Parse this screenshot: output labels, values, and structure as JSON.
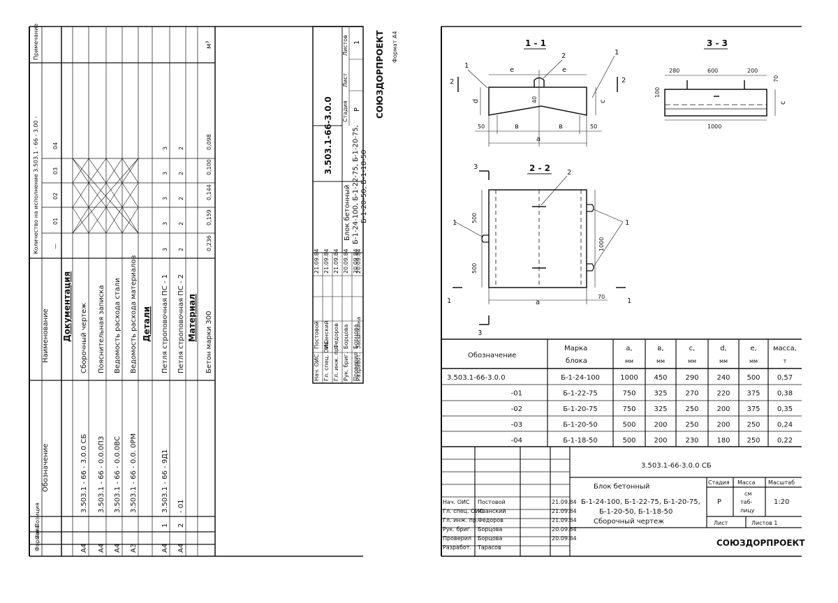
{
  "left_sheet": {
    "headers": {
      "format": "Формат",
      "zone": "Зона",
      "position": "Позиция",
      "designation": "Обозначение",
      "name": "Наименование",
      "quantity": "Количество на исполнение  3.503.1 - 66 - 3.00 -",
      "note": "Примечание",
      "variants": [
        "—",
        "01",
        "02",
        "03",
        "04"
      ]
    },
    "rows": [
      {
        "format": "",
        "pos": "",
        "designation": "",
        "name": "Документация",
        "q": [
          "",
          "",
          "",
          "",
          ""
        ],
        "note": ""
      },
      {
        "format": "А4",
        "pos": "",
        "designation": "3.503.1 - 66 - 3.0.0 СБ",
        "name": "Сборочный  чертеж",
        "q": [
          "",
          "",
          "",
          "",
          ""
        ],
        "note": ""
      },
      {
        "format": "А4",
        "pos": "",
        "designation": "3.503.1 - 66 - 0.0.0ПЗ",
        "name": "Пояснительная  записка",
        "q": [
          "",
          "",
          "",
          "",
          ""
        ],
        "note": ""
      },
      {
        "format": "А4",
        "pos": "",
        "designation": "3.503.1 - 66 - 0.0.0ВС",
        "name": "Ведомость расхода стали",
        "q": [
          "",
          "",
          "",
          "",
          ""
        ],
        "note": ""
      },
      {
        "format": "А3",
        "pos": "",
        "designation": "3.503.1 - 66 - 0.0. 0РМ",
        "name": "Ведомость расхода материалов",
        "q": [
          "",
          "",
          "",
          "",
          ""
        ],
        "note": ""
      },
      {
        "format": "",
        "pos": "",
        "designation": "",
        "name": "Детали",
        "q": [
          "",
          "",
          "",
          "",
          ""
        ],
        "note": ""
      },
      {
        "format": "А4",
        "pos": "1",
        "designation": "3.503.1 - 66 - 9Д1",
        "name": "Петля  строповочная  ПС - 1",
        "q": [
          "3",
          "3",
          "3",
          "3",
          "3"
        ],
        "note": ""
      },
      {
        "format": "А4",
        "pos": "2",
        "designation": "- 01",
        "name": "Петля  строповочная  ПС - 2",
        "q": [
          "2",
          "2",
          "2",
          "2",
          "2"
        ],
        "note": ""
      },
      {
        "format": "",
        "pos": "",
        "designation": "",
        "name": "Материал",
        "q": [
          "",
          "",
          "",
          "",
          ""
        ],
        "note": ""
      },
      {
        "format": "",
        "pos": "",
        "designation": "",
        "name": "Бетон  марки  300",
        "q": [
          "0,236",
          "0,159",
          "0,144",
          "0,100",
          "0,098"
        ],
        "note": "м³"
      }
    ],
    "stamp": {
      "code": "3.503.1-66-3.0.0",
      "title": "Блок  бетонный",
      "subtitle1": "Б-1-24-100, Б-1-22-75, Б-1-20-75,",
      "subtitle2": "Б-1-20-50; Б-1-18-50",
      "stage_label": "Стадия",
      "sheet_label": "Лист",
      "sheets_label": "Листов",
      "stage": "Р",
      "sheets": "1",
      "org": "СОЮЗДОРПРОЕКТ",
      "format": "Формат А4",
      "people": [
        {
          "role": "Нач. ОИС",
          "name": "Постовой",
          "date": "21.09.84"
        },
        {
          "role": "Гл. спец. ОИС",
          "name": "Иванский",
          "date": "21.09.84"
        },
        {
          "role": "Гл. инж. пр.",
          "name": "Федоров",
          "date": "21.09.84"
        },
        {
          "role": "Рук. бриг.",
          "name": "Борцова",
          "date": "20.09.84"
        },
        {
          "role": "Проверил",
          "name": "Борцова",
          "date": "20.09.84"
        },
        {
          "role": "Разработ.",
          "name": "Засыпкина",
          "date": "20.09.84"
        }
      ]
    }
  },
  "right_sheet": {
    "sections": {
      "s11": "1 - 1",
      "s22": "2 - 2",
      "s33": "3 - 3"
    },
    "dims": {
      "e": "е",
      "b": "в",
      "a": "а",
      "c": "с",
      "d": "d",
      "d40": "40",
      "d50": "50",
      "d280": "280",
      "d600": "600",
      "d200": "200",
      "d70": "70",
      "d100": "100",
      "d1000": "1000",
      "d500": "500"
    },
    "marks": {
      "m1": "1",
      "m2": "2",
      "m3": "3"
    },
    "table": {
      "headers": {
        "designation": "Обозначение",
        "mark": [
          "Марка",
          "блока"
        ],
        "cols": [
          {
            "sym": "а,",
            "unit": "мм"
          },
          {
            "sym": "в,",
            "unit": "мм"
          },
          {
            "sym": "с,",
            "unit": "мм"
          },
          {
            "sym": "d,",
            "unit": "мм"
          },
          {
            "sym": "е,",
            "unit": "мм"
          },
          {
            "sym": "масса,",
            "unit": "т"
          }
        ]
      },
      "rows": [
        {
          "designation": "3.503.1-66-3.0.0",
          "mark": "Б-1-24-100",
          "v": [
            "1000",
            "450",
            "290",
            "240",
            "500",
            "0,57"
          ]
        },
        {
          "designation": "-01",
          "mark": "Б-1-22-75",
          "v": [
            "750",
            "325",
            "270",
            "220",
            "375",
            "0,38"
          ]
        },
        {
          "designation": "-02",
          "mark": "Б-1-20-75",
          "v": [
            "750",
            "325",
            "250",
            "200",
            "375",
            "0,35"
          ]
        },
        {
          "designation": "-03",
          "mark": "Б-1-20-50",
          "v": [
            "500",
            "200",
            "250",
            "200",
            "250",
            "0,24"
          ]
        },
        {
          "designation": "-04",
          "mark": "Б-1-18-50",
          "v": [
            "500",
            "200",
            "230",
            "180",
            "250",
            "0,22"
          ]
        }
      ]
    },
    "stamp": {
      "code": "3.503.1-66-3.0.0  СБ",
      "title": "Блок  бетонный",
      "line1": "Б-1-24-100, Б-1-22-75, Б-1-20-75,",
      "line2": "Б-1-20-50, Б-1-18-50",
      "line3": "Сборочный  чертеж",
      "stage_label": "Стадия",
      "mass_label": "Масса",
      "scale_label": "Масштаб",
      "stage": "Р",
      "mass": [
        "см",
        "таб-",
        "лицу"
      ],
      "scale": "1:20",
      "sheet_label": "Лист",
      "sheets_label": "Листов 1",
      "org": "СОЮЗДОРПРОЕКТ",
      "people": [
        {
          "role": "Нач. ОИС",
          "name": "Постовой",
          "date": "21.09.84"
        },
        {
          "role": "Гл. спец. ОИС",
          "name": "Иванский",
          "date": "21.09.84"
        },
        {
          "role": "Гл. инж. пр.",
          "name": "Федоров",
          "date": "21.09.84"
        },
        {
          "role": "Рук. бриг.",
          "name": "Борцова",
          "date": "20.09.84"
        },
        {
          "role": "Проверил",
          "name": "Борцова",
          "date": "20.09.84"
        },
        {
          "role": "Разработ.",
          "name": "Тарасов",
          "date": ""
        }
      ]
    }
  }
}
